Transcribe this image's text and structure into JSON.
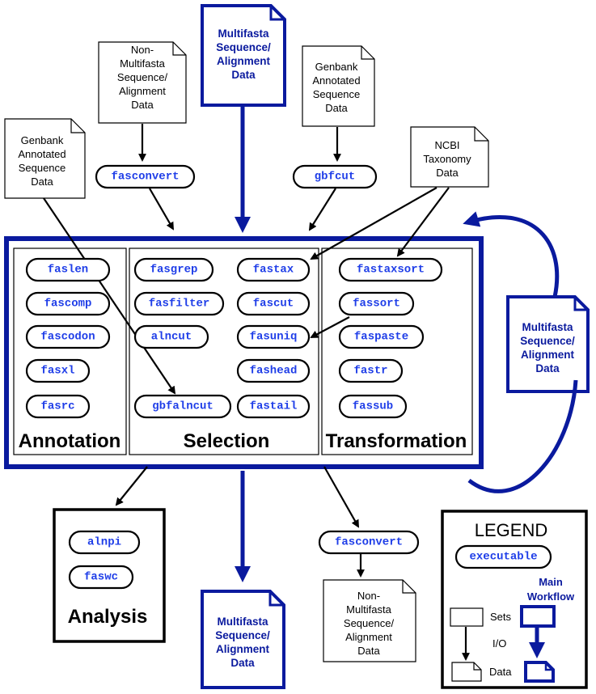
{
  "colors": {
    "main_workflow": "#0a1a9e",
    "executable_text": "#1f3ee8",
    "outline": "#000000"
  },
  "documents": {
    "top_multifasta": [
      "Multifasta",
      "Sequence/",
      "Alignment",
      "Data"
    ],
    "non_multifasta_top": [
      "Non-",
      "Multifasta",
      "Sequence/",
      "Alignment",
      "Data"
    ],
    "genbank_top_right": [
      "Genbank",
      "Annotated",
      "Sequence",
      "Data"
    ],
    "genbank_left": [
      "Genbank",
      "Annotated",
      "Sequence",
      "Data"
    ],
    "ncbi_taxonomy": [
      "NCBI",
      "Taxonomy",
      "Data"
    ],
    "right_multifasta": [
      "Multifasta",
      "Sequence/",
      "Alignment",
      "Data"
    ],
    "bottom_multifasta": [
      "Multifasta",
      "Sequence/",
      "Alignment",
      "Data"
    ],
    "non_multifasta_bottom": [
      "Non-",
      "Multifasta",
      "Sequence/",
      "Alignment",
      "Data"
    ]
  },
  "converters": {
    "fasconvert_top": "fasconvert",
    "gbfcut_top": "gbfcut",
    "fasconvert_bottom": "fasconvert"
  },
  "sections": {
    "annotation": {
      "title": "Annotation",
      "items": [
        "faslen",
        "fascomp",
        "fascodon",
        "fasxl",
        "fasrc"
      ]
    },
    "selection": {
      "title": "Selection",
      "col1": [
        "fasgrep",
        "fasfilter",
        "alncut",
        "gbfalncut"
      ],
      "col2": [
        "fastax",
        "fascut",
        "fasuniq",
        "fashead",
        "fastail"
      ]
    },
    "transformation": {
      "title": "Transformation",
      "items": [
        "fastaxsort",
        "fassort",
        "faspaste",
        "fastr",
        "fassub"
      ]
    },
    "analysis": {
      "title": "Analysis",
      "items": [
        "alnpi",
        "faswc"
      ]
    }
  },
  "legend": {
    "title": "LEGEND",
    "executable": "executable",
    "main_workflow": [
      "Main",
      "Workflow"
    ],
    "sets": "Sets",
    "io": "I/O",
    "data": "Data"
  }
}
